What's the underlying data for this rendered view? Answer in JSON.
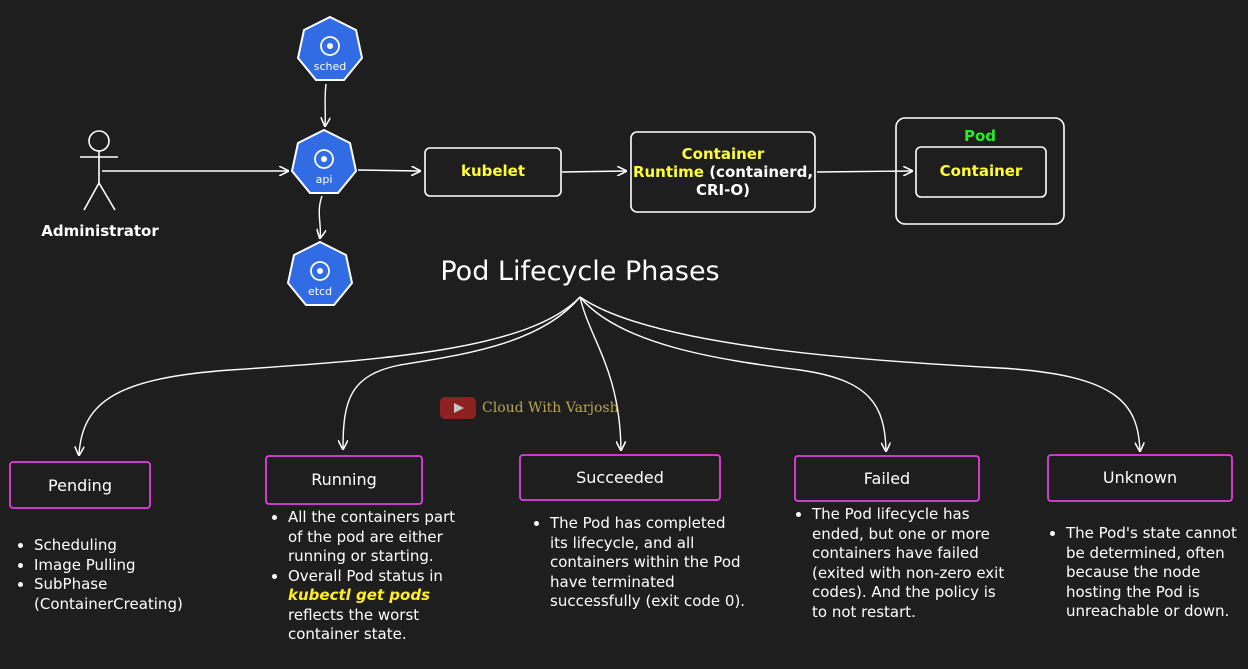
{
  "administrator": {
    "label": "Administrator"
  },
  "components": {
    "sched": "sched",
    "api": "api",
    "etcd": "etcd",
    "kubelet": "kubelet",
    "container_runtime": {
      "line1": "Container",
      "line2_highlight": "Runtime",
      "line2_rest": " (containerd,",
      "line3": "CRI-O)"
    },
    "pod": {
      "label": "Pod",
      "container": "Container"
    }
  },
  "title": "Pod Lifecycle Phases",
  "watermark": "Cloud With Varjosh",
  "phases": [
    {
      "name": "Pending",
      "notes": [
        "Scheduling",
        "Image Pulling",
        "SubPhase (ContainerCreating)"
      ]
    },
    {
      "name": "Running",
      "notes": [
        "All the containers part of the pod are either running or starting.",
        "Overall Pod status in kubectl get pods reflects the worst container state."
      ],
      "command": "kubectl get pods"
    },
    {
      "name": "Succeeded",
      "notes": [
        "The Pod has completed its lifecycle, and all containers within the Pod have terminated successfully (exit code 0)."
      ]
    },
    {
      "name": "Failed",
      "notes": [
        "The Pod lifecycle has ended, but one or more containers have failed (exited with non-zero exit codes). And the policy is to not restart."
      ]
    },
    {
      "name": "Unknown",
      "notes": [
        "The Pod's state cannot be determined, often because the node hosting the Pod is unreachable or down."
      ]
    }
  ],
  "colors": {
    "background": "#1e1e1e",
    "k8s_icon": "#326ce5",
    "phase_border": "#e040e0",
    "highlight_text": "#ffff33",
    "pod_label": "#22ee22"
  },
  "icons": [
    "stick-figure-icon",
    "kubernetes-hexagon-icon",
    "youtube-icon"
  ]
}
